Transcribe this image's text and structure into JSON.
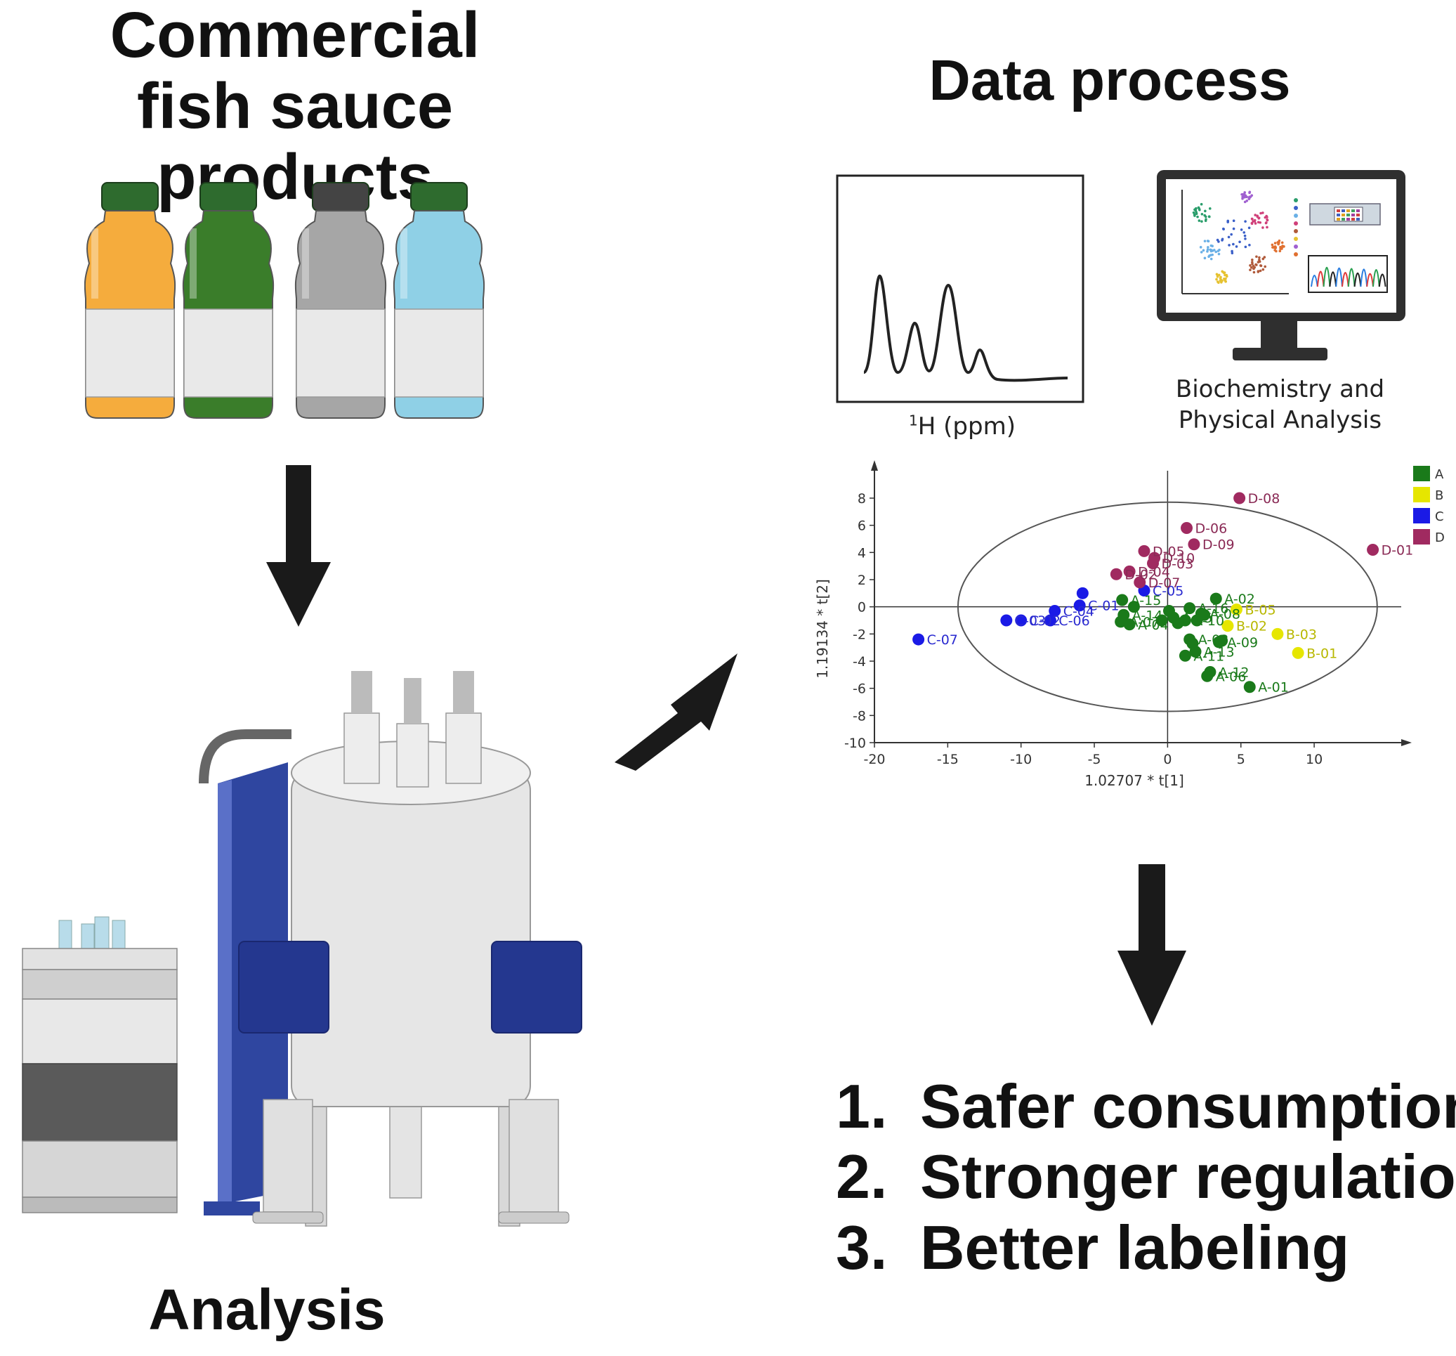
{
  "titles": {
    "left_line1": "Commercial",
    "left_line2": "fish sauce products",
    "right": "Data process",
    "bottom_left": "Analysis"
  },
  "nmr_panel": {
    "axis_label_sup": "1",
    "axis_label_text": "H (ppm)"
  },
  "monitor_panel": {
    "caption_line1": "Biochemistry and",
    "caption_line2": "Physical Analysis"
  },
  "bottle_colors": [
    "#f5ac3d",
    "#3a7d2a",
    "#a6a6a6",
    "#8fd0e6"
  ],
  "outcomes": [
    {
      "num": "1.",
      "text": "Safer consumption"
    },
    {
      "num": "2.",
      "text": "Stronger regulation"
    },
    {
      "num": "3.",
      "text": "Better labeling"
    }
  ],
  "chart_data": {
    "type": "scatter",
    "xlabel": "1.02707 * t[1]",
    "ylabel": "1.19134 * t[2]",
    "xlim": [
      -20,
      14.5
    ],
    "ylim": [
      -10,
      9.5
    ],
    "xticks": [
      -20,
      -15,
      -10,
      -5,
      0,
      5,
      10
    ],
    "yticks": [
      -10,
      -8,
      -6,
      -4,
      -2,
      0,
      2,
      4,
      6,
      8
    ],
    "legend_position": "top-right",
    "ellipse": {
      "cx": 0,
      "cy": 0,
      "rx": 14.3,
      "ry": 7.7
    },
    "series": [
      {
        "name": "A",
        "color": "#1a7a1a",
        "points": [
          {
            "label": "A-01",
            "x": 5.6,
            "y": -5.9
          },
          {
            "label": "A-02",
            "x": 3.3,
            "y": 0.6
          },
          {
            "label": "A-03",
            "x": 1.5,
            "y": -2.4
          },
          {
            "label": "A-04",
            "x": -2.6,
            "y": -1.3
          },
          {
            "label": "A-05",
            "x": 0.4,
            "y": -0.8
          },
          {
            "label": "A-06",
            "x": 2.7,
            "y": -5.1
          },
          {
            "label": "A-07",
            "x": -3.2,
            "y": -1.1
          },
          {
            "label": "A-08",
            "x": 2.3,
            "y": -0.5
          },
          {
            "label": "A-09",
            "x": 3.5,
            "y": -2.6
          },
          {
            "label": "A-10",
            "x": 1.2,
            "y": -1.0
          },
          {
            "label": "A-11",
            "x": 1.2,
            "y": -3.6
          },
          {
            "label": "A-12",
            "x": 2.9,
            "y": -4.8
          },
          {
            "label": "A-13",
            "x": 1.9,
            "y": -3.3
          },
          {
            "label": "A-14",
            "x": -3.0,
            "y": -0.6
          },
          {
            "label": "A-15",
            "x": -3.1,
            "y": 0.5
          },
          {
            "label": "A-16",
            "x": 1.5,
            "y": -0.1
          },
          {
            "label": "",
            "x": -0.4,
            "y": -1.0
          },
          {
            "label": "",
            "x": -2.3,
            "y": 0.0
          },
          {
            "label": "",
            "x": 0.1,
            "y": -0.3
          },
          {
            "label": "",
            "x": 2.0,
            "y": -1.0
          },
          {
            "label": "",
            "x": 2.5,
            "y": -0.6
          },
          {
            "label": "",
            "x": 1.7,
            "y": -2.7
          },
          {
            "label": "",
            "x": 3.7,
            "y": -2.5
          },
          {
            "label": "",
            "x": 0.7,
            "y": -1.2
          }
        ]
      },
      {
        "name": "B",
        "color": "#e6e600",
        "points": [
          {
            "label": "B-01",
            "x": 8.9,
            "y": -3.4
          },
          {
            "label": "B-02",
            "x": 4.1,
            "y": -1.4
          },
          {
            "label": "B-03",
            "x": 7.5,
            "y": -2.0
          },
          {
            "label": "B-05",
            "x": 4.7,
            "y": -0.2
          }
        ]
      },
      {
        "name": "C",
        "color": "#1a1ae6",
        "points": [
          {
            "label": "C-01",
            "x": -6.0,
            "y": 0.1
          },
          {
            "label": "C-02",
            "x": -10.0,
            "y": -1.0
          },
          {
            "label": "C-03",
            "x": -11.0,
            "y": -1.0
          },
          {
            "label": "C-04",
            "x": -7.7,
            "y": -0.3
          },
          {
            "label": "C-05",
            "x": -1.6,
            "y": 1.2
          },
          {
            "label": "C-06",
            "x": -8.0,
            "y": -1.0
          },
          {
            "label": "C-07",
            "x": -17.0,
            "y": -2.4
          },
          {
            "label": "",
            "x": -5.8,
            "y": 1.0
          }
        ]
      },
      {
        "name": "D",
        "color": "#a02a60",
        "points": [
          {
            "label": "D-01",
            "x": 14.0,
            "y": 4.2
          },
          {
            "label": "D-02",
            "x": -3.5,
            "y": 2.4
          },
          {
            "label": "D-03",
            "x": -1.0,
            "y": 3.2
          },
          {
            "label": "D-04",
            "x": -2.6,
            "y": 2.6
          },
          {
            "label": "D-05",
            "x": -1.6,
            "y": 4.1
          },
          {
            "label": "D-06",
            "x": 1.3,
            "y": 5.8
          },
          {
            "label": "D-07",
            "x": -1.9,
            "y": 1.8
          },
          {
            "label": "D-08",
            "x": 4.9,
            "y": 8.0
          },
          {
            "label": "D-09",
            "x": 1.8,
            "y": 4.6
          },
          {
            "label": "D-10",
            "x": -0.9,
            "y": 3.6
          }
        ]
      }
    ]
  }
}
